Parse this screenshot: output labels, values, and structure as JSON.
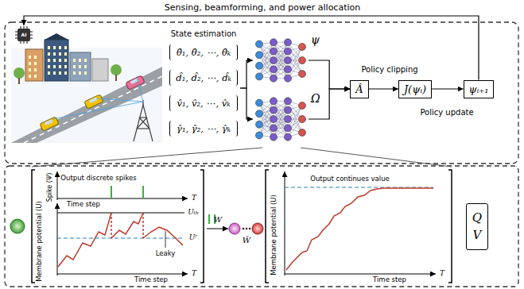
{
  "diagram": {
    "nodes": [
      {
        "text": [
          "State estimation"
        ]
      },
      {
        "text": [
          "θ̂₁, θ̂₂, ⋯, θ̂ₖ"
        ],
        "in": 0
      },
      {
        "text": [
          "d̂₁, d̂₂, ⋯, d̂ₖ"
        ],
        "in": 0
      },
      {
        "text": [
          "v̂₁, v̂₂, ⋯, v̂ₖ"
        ],
        "in": 0
      },
      {
        "text": [
          "γ̂₁, γ̂₂, ⋯, γ̂ₖ"
        ],
        "in": 0
      },
      {
        "text": [
          "ψ"
        ]
      },
      {
        "text": [
          "Ω"
        ]
      },
      {
        "text": [
          "Â"
        ]
      },
      {
        "text": [
          "J(ψᵢ)"
        ]
      },
      {
        "text": [
          "ψᵢ₊₁"
        ]
      },
      {
        "text": [
          "Q V"
        ]
      }
    ],
    "edges": [
      {
        "from": 0,
        "to": 5,
        "arrow": "to"
      },
      {
        "from": 0,
        "to": 6,
        "arrow": "to"
      },
      {
        "from": 5,
        "to": 7,
        "arrow": "to"
      },
      {
        "from": 6,
        "to": 7,
        "arrow": "to"
      },
      {
        "from": 7,
        "to": 8,
        "arrow": "to"
      },
      {
        "from": 8,
        "to": 9,
        "arrow": "to"
      }
    ],
    "labels": [
      "Sensing, beamforming, and power allocation",
      "Policy clipping",
      "Policy update",
      "Membrane potential (U)",
      "Spike (Ψ)",
      "Output discrete spikes",
      "Uₜₕ",
      "T",
      "Time step",
      "Uʳ",
      "Leaky",
      "Time step",
      "T",
      "W",
      "W̄",
      "Membrane potential (U)",
      "Output continues value",
      "Time step",
      "T",
      "AI"
    ]
  }
}
